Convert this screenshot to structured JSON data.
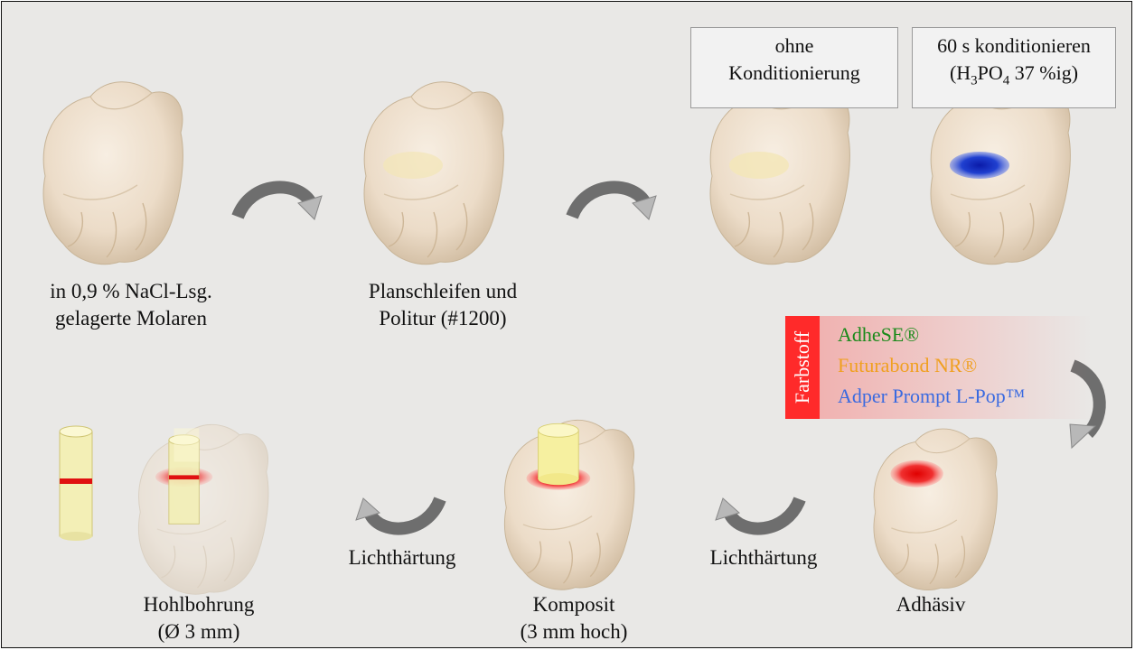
{
  "labels": {
    "step1_line1": "in 0,9 % NaCl-Lsg.",
    "step1_line2": "gelagerte Molaren",
    "step2_line1": "Planschleifen und",
    "step2_line2": "Politur (#1200)",
    "adhesive": "Adhäsiv",
    "light_curing_1": "Lichthärtung",
    "light_curing_2": "Lichthärtung",
    "composite_line1": "Komposit",
    "composite_line2": "(3 mm hoch)",
    "drill_line1": "Hohlbohrung",
    "drill_line2": "(Ø 3 mm)"
  },
  "boxes": {
    "no_conditioning_line1": "ohne",
    "no_conditioning_line2": "Konditionierung",
    "conditioning_line1": "60 s konditionieren",
    "conditioning_line2_prefix": "(H",
    "conditioning_sub1": "3",
    "conditioning_mid": "PO",
    "conditioning_sub2": "4",
    "conditioning_suffix": " 37 %ig)"
  },
  "dye": {
    "tab_label": "Farbstoff",
    "items": [
      {
        "name": "AdheSE®",
        "color": "#1a8a1a"
      },
      {
        "name": "Futurabond NR®",
        "color": "#f0a020"
      },
      {
        "name": "Adper Prompt L-Pop™",
        "color": "#3a6ae0"
      }
    ]
  },
  "colors": {
    "background": "#e9e8e6",
    "tooth": "#efe2d2",
    "polished_spot": "#f3e6b8",
    "etched_spot": "#1a2fc8",
    "adhesive_spot": "#e82020",
    "composite": "#f6f0a0",
    "bond_line": "#e01010",
    "arrow": "#6e6e6e"
  }
}
